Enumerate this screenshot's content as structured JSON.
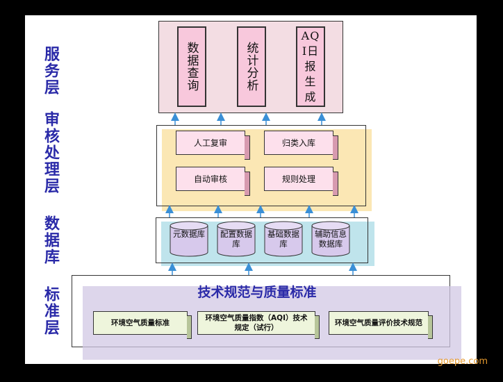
{
  "layers": {
    "service": "服务层",
    "audit": "审核处理层",
    "database": "数据库",
    "standard": "标准层"
  },
  "service_items": [
    "数据查询",
    "统计分析",
    "AQI日报生成"
  ],
  "audit_items": [
    "人工复审",
    "归类入库",
    "自动审核",
    "规则处理"
  ],
  "db_items": [
    "元数据库",
    "配置数据库",
    "基础数据库",
    "辅助信息数据库"
  ],
  "standard": {
    "title": "技术规范与质量标准",
    "items": [
      "环境空气质量标准",
      "环境空气质量指数（AQI）技术规定（试行）",
      "环境空气质量评价技术规范"
    ]
  },
  "watermark": "goepe.com",
  "colors": {
    "label": "#2a2aa8",
    "service_bg": "#f3dde3",
    "audit_bg": "#fbe7b4",
    "db_bg": "#bfe4ec",
    "standard_bg": "#e3dcec"
  }
}
